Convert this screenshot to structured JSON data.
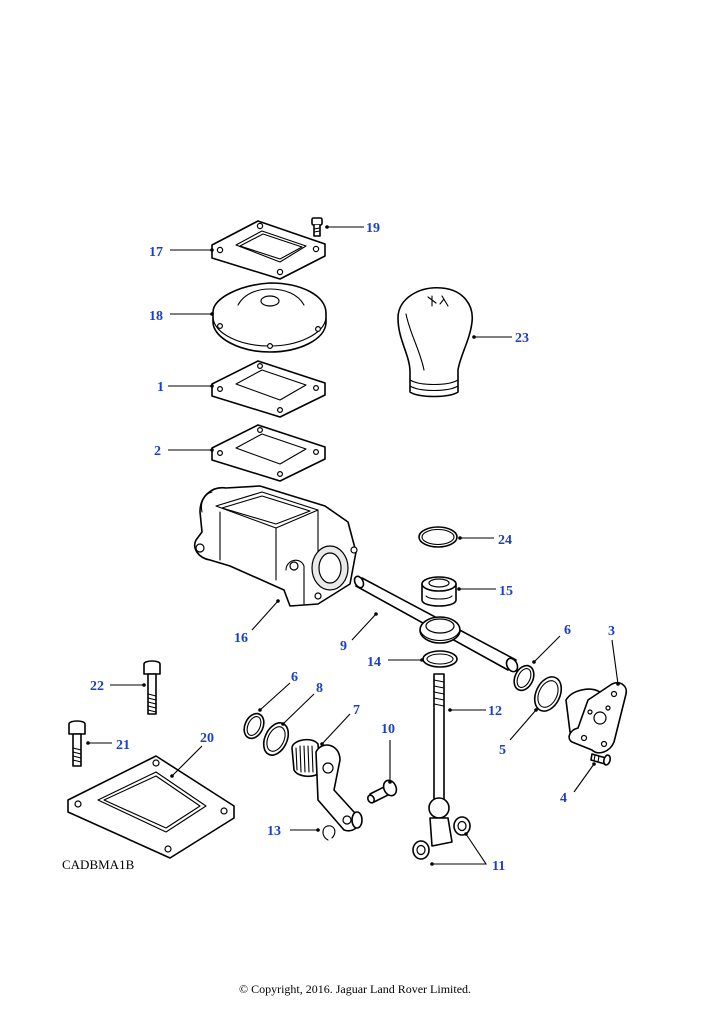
{
  "diagram": {
    "reference_code": "CADBMA1B",
    "copyright": "© Copyright, 2016. Jaguar Land Rover Limited.",
    "callouts": [
      "1",
      "2",
      "3",
      "4",
      "5",
      "6",
      "6",
      "7",
      "8",
      "9",
      "10",
      "11",
      "12",
      "13",
      "14",
      "15",
      "16",
      "17",
      "18",
      "19",
      "20",
      "21",
      "22",
      "23",
      "24"
    ],
    "colors": {
      "callout": "#1a3fc8",
      "line": "#000000"
    }
  }
}
